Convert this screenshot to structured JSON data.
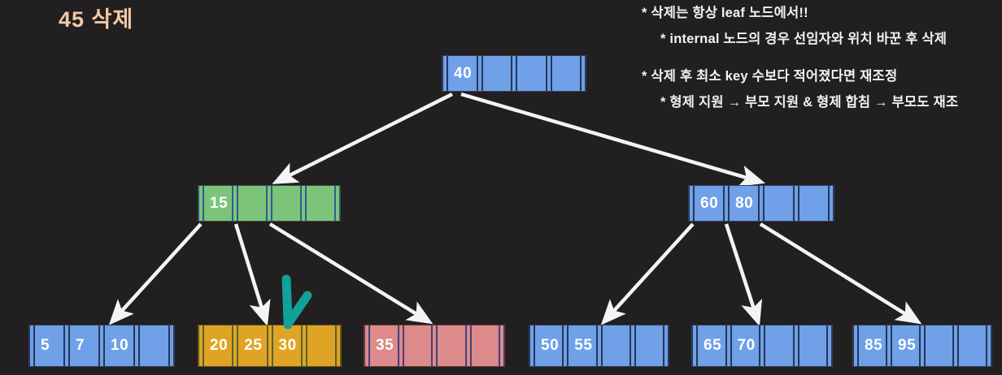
{
  "title": "45 삭제",
  "annotations": [
    "* 삭제는 항상 leaf 노드에서!!",
    "* internal 노드의 경우 선임자와 위치 바꾼 후 삭제",
    "* 삭제 후 최소 key 수보다 적어졌다면 재조정",
    "* 형제 지원 → 부모 지원 & 형제 합침 → 부모도 재조"
  ],
  "colors": {
    "background": "#211f1f",
    "title": "#f3c9a8",
    "note": "#f2f2f2",
    "node_blue": "#6fa0e8",
    "node_green": "#7cc47a",
    "node_amber": "#e0a424",
    "node_red": "#dd8a8a",
    "edge": "#f4f4f4",
    "cursor": "#11a09a"
  },
  "tree": {
    "root": {
      "label": "root-node",
      "color": "blue",
      "capacity": 4,
      "keys": [
        "40",
        "",
        "",
        ""
      ]
    },
    "internal": [
      {
        "label": "internal-node-left",
        "color": "green",
        "capacity": 4,
        "keys": [
          "15",
          "",
          "",
          ""
        ]
      },
      {
        "label": "internal-node-right",
        "color": "blue",
        "capacity": 4,
        "keys": [
          "60",
          "80",
          "",
          ""
        ]
      }
    ],
    "leaves": [
      {
        "label": "leaf-node-1",
        "color": "blue",
        "capacity": 4,
        "keys": [
          "5",
          "7",
          "10",
          ""
        ]
      },
      {
        "label": "leaf-node-2",
        "color": "amber",
        "capacity": 4,
        "keys": [
          "20",
          "25",
          "30",
          ""
        ]
      },
      {
        "label": "leaf-node-3",
        "color": "red",
        "capacity": 4,
        "keys": [
          "35",
          "",
          "",
          ""
        ]
      },
      {
        "label": "leaf-node-4",
        "color": "blue",
        "capacity": 4,
        "keys": [
          "50",
          "55",
          "",
          ""
        ]
      },
      {
        "label": "leaf-node-5",
        "color": "blue",
        "capacity": 4,
        "keys": [
          "65",
          "70",
          "",
          ""
        ]
      },
      {
        "label": "leaf-node-6",
        "color": "blue",
        "capacity": 4,
        "keys": [
          "85",
          "95",
          "",
          ""
        ]
      }
    ]
  },
  "cursor": {
    "name": "teal-cursor-arrow",
    "points_to": "leaf-node-2"
  }
}
